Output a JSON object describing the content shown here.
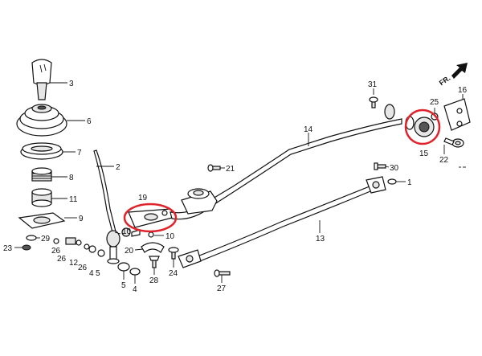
{
  "callouts": {
    "c1": "1",
    "c2": "2",
    "c3": "3",
    "c4": "4",
    "c5": "5",
    "c6": "6",
    "c7": "7",
    "c8": "8",
    "c9": "9",
    "c10a": "10",
    "c10b": "10",
    "c11": "11",
    "c12": "12",
    "c13": "13",
    "c14": "14",
    "c15": "15",
    "c16": "16",
    "c19": "19",
    "c20": "20",
    "c21": "21",
    "c22": "22",
    "c23": "23",
    "c24": "24",
    "c25": "25",
    "c26a": "26",
    "c26b": "26",
    "c26c": "26",
    "c27": "27",
    "c28": "28",
    "c29": "29",
    "c30": "30",
    "c31": "31"
  },
  "direction_label": "FR.",
  "colors": {
    "ink": "#111111",
    "highlight": "#e0232a",
    "background": "#ffffff"
  }
}
